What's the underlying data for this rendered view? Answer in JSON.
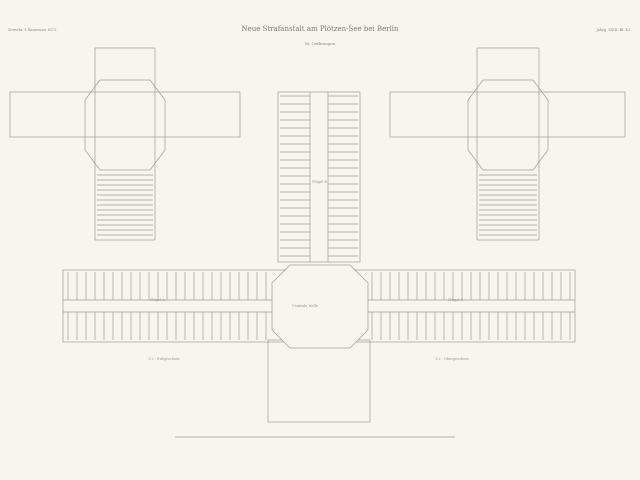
{
  "header": {
    "title": "Neue Strafanstalt am Plötzen-See bei Berlin",
    "subtitle": "M. Oeffnungen",
    "left_corner": "Zeitschr. f. Bauwesen 1873.",
    "right_corner": "Jahrg. XXIII. Bl. 43"
  },
  "labels": {
    "central_hall": "Centrale Halle",
    "wing_a": "Flügel A",
    "wing_b": "Flügel B",
    "wing_c": "Flügel C",
    "left_caption": "1:2 - Erdgeschoss",
    "right_caption": "1:2 - Obergeschoss"
  },
  "colors": {
    "paper": "#f8f4ee",
    "ink": "#8a857e"
  }
}
